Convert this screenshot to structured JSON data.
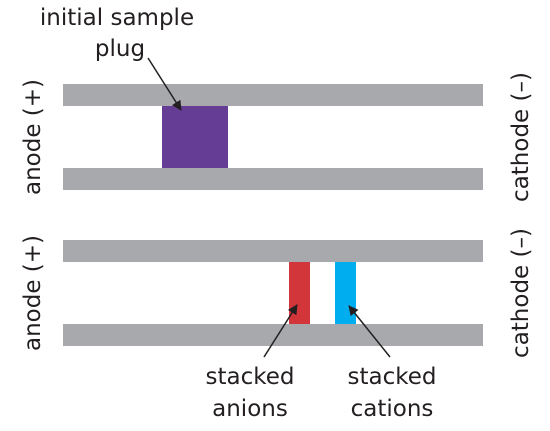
{
  "top_panel": {
    "anode_label": "anode (+)",
    "cathode_label": "cathode (–)",
    "callout_line1": "initial sample",
    "callout_line2": "plug"
  },
  "bottom_panel": {
    "anode_label": "anode (+)",
    "cathode_label": "cathode (–)",
    "anions_line1": "stacked",
    "anions_line2": "anions",
    "cations_line1": "stacked",
    "cations_line2": "cations"
  },
  "colors": {
    "capillary_wall": "#a7a9ac",
    "sample_plug": "#663d94",
    "anions": "#d2363a",
    "cations": "#00aeef",
    "text": "#231f20"
  }
}
